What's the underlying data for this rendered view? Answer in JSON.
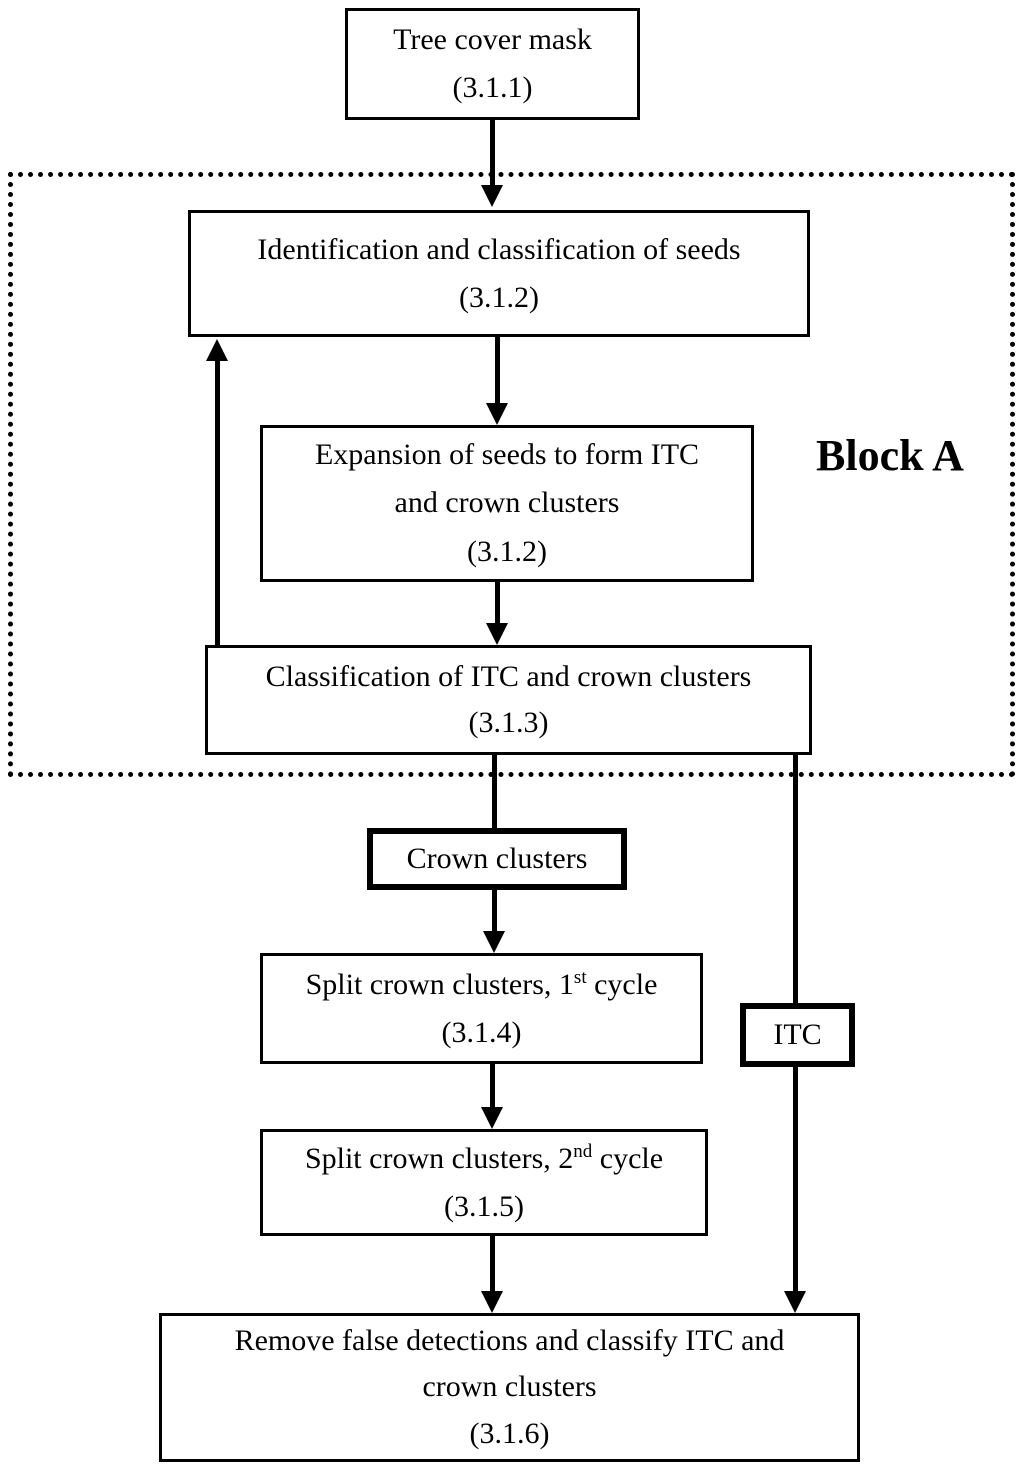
{
  "diagram": {
    "description": "Flowchart of individual tree crown (ITC) delineation processing steps",
    "block_a_label": "Block A",
    "colors": {
      "line": "#000000",
      "background": "#ffffff",
      "text": "#000000"
    },
    "nodes": {
      "tree_mask": {
        "line1": "Tree cover mask",
        "ref": "(3.1.1)"
      },
      "identification": {
        "line1": "Identification and classification of seeds",
        "ref": "(3.1.2)"
      },
      "expansion": {
        "line1": "Expansion of seeds to form ITC",
        "line2": "and crown clusters",
        "ref": "(3.1.2)"
      },
      "classification": {
        "line1": "Classification of ITC and crown clusters",
        "ref": "(3.1.3)"
      },
      "crown_clusters": {
        "line1": "Crown clusters"
      },
      "split1": {
        "pre": "Split crown clusters, 1",
        "sup": "st",
        "post": " cycle",
        "ref": "(3.1.4)"
      },
      "itc": {
        "line1": "ITC"
      },
      "split2": {
        "pre": "Split crown clusters, 2",
        "sup": "nd",
        "post": " cycle",
        "ref": "(3.1.5)"
      },
      "remove": {
        "line1": "Remove false detections and classify ITC and",
        "line2": "crown clusters",
        "ref": "(3.1.6)"
      }
    },
    "edges": [
      "tree_mask -> identification",
      "identification -> expansion",
      "expansion -> classification",
      "classification -> identification (feedback)",
      "classification -> crown_clusters",
      "crown_clusters -> split1",
      "split1 -> split2",
      "split2 -> remove",
      "classification -> itc",
      "itc -> remove"
    ]
  }
}
